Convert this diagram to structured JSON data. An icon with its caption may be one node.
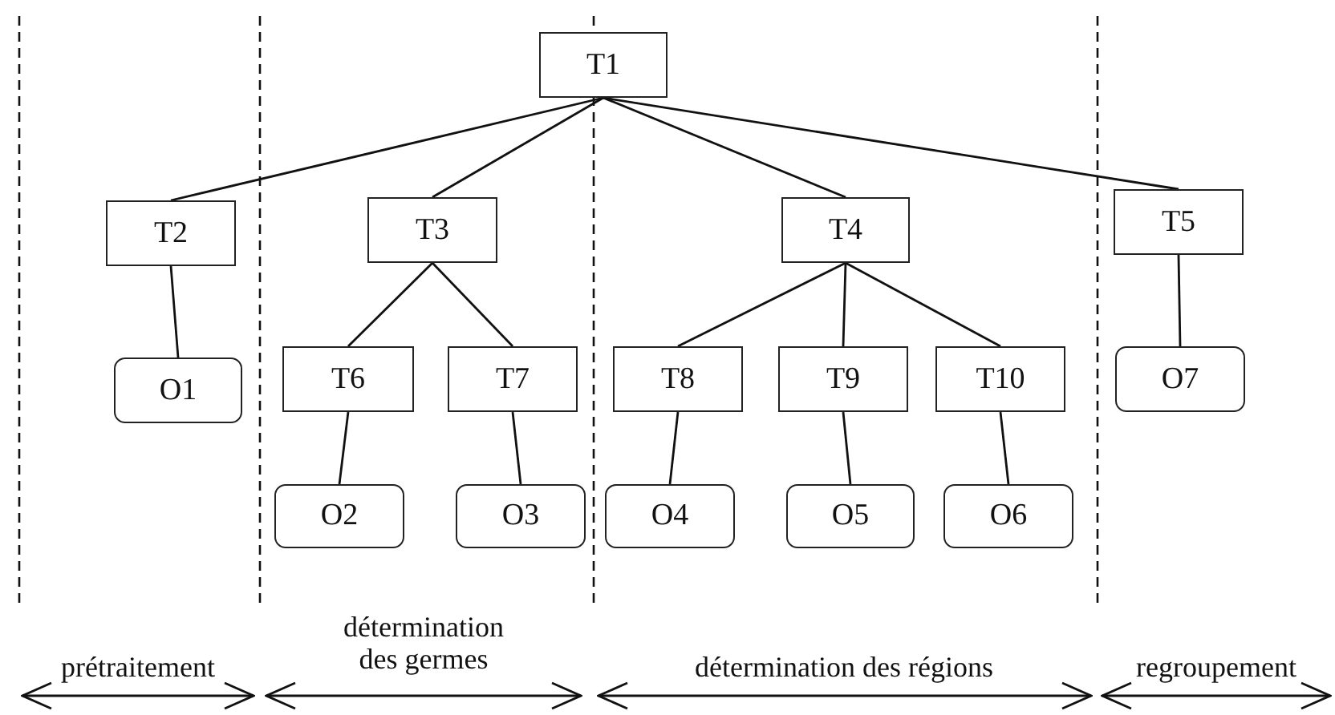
{
  "diagram": {
    "nodes": [
      {
        "text": [
          "T1"
        ]
      },
      {
        "text": [
          "T2"
        ]
      },
      {
        "text": [
          "T3"
        ]
      },
      {
        "text": [
          "T4"
        ]
      },
      {
        "text": [
          "T5"
        ]
      },
      {
        "text": [
          "O1"
        ]
      },
      {
        "text": [
          "T6"
        ]
      },
      {
        "text": [
          "T7"
        ]
      },
      {
        "text": [
          "T8"
        ]
      },
      {
        "text": [
          "T9"
        ]
      },
      {
        "text": [
          "T10"
        ]
      },
      {
        "text": [
          "O7"
        ]
      },
      {
        "text": [
          "O2"
        ]
      },
      {
        "text": [
          "O3"
        ]
      },
      {
        "text": [
          "O4"
        ]
      },
      {
        "text": [
          "O5"
        ]
      },
      {
        "text": [
          "O6"
        ]
      }
    ],
    "edges": [
      {
        "from": 0,
        "to": 1,
        "arrow": "none"
      },
      {
        "from": 0,
        "to": 2,
        "arrow": "none"
      },
      {
        "from": 0,
        "to": 3,
        "arrow": "none"
      },
      {
        "from": 0,
        "to": 4,
        "arrow": "none"
      },
      {
        "from": 1,
        "to": 5,
        "arrow": "none"
      },
      {
        "from": 2,
        "to": 6,
        "arrow": "none"
      },
      {
        "from": 2,
        "to": 7,
        "arrow": "none"
      },
      {
        "from": 3,
        "to": 8,
        "arrow": "none"
      },
      {
        "from": 3,
        "to": 9,
        "arrow": "none"
      },
      {
        "from": 3,
        "to": 10,
        "arrow": "none"
      },
      {
        "from": 4,
        "to": 11,
        "arrow": "none"
      },
      {
        "from": 6,
        "to": 12,
        "arrow": "none"
      },
      {
        "from": 7,
        "to": 13,
        "arrow": "none"
      },
      {
        "from": 8,
        "to": 14,
        "arrow": "none"
      },
      {
        "from": 9,
        "to": 15,
        "arrow": "none"
      },
      {
        "from": 10,
        "to": 16,
        "arrow": "none"
      }
    ],
    "labels": [
      "prétraitement",
      "détermination des germes",
      "détermination des régions",
      "regroupement"
    ]
  }
}
